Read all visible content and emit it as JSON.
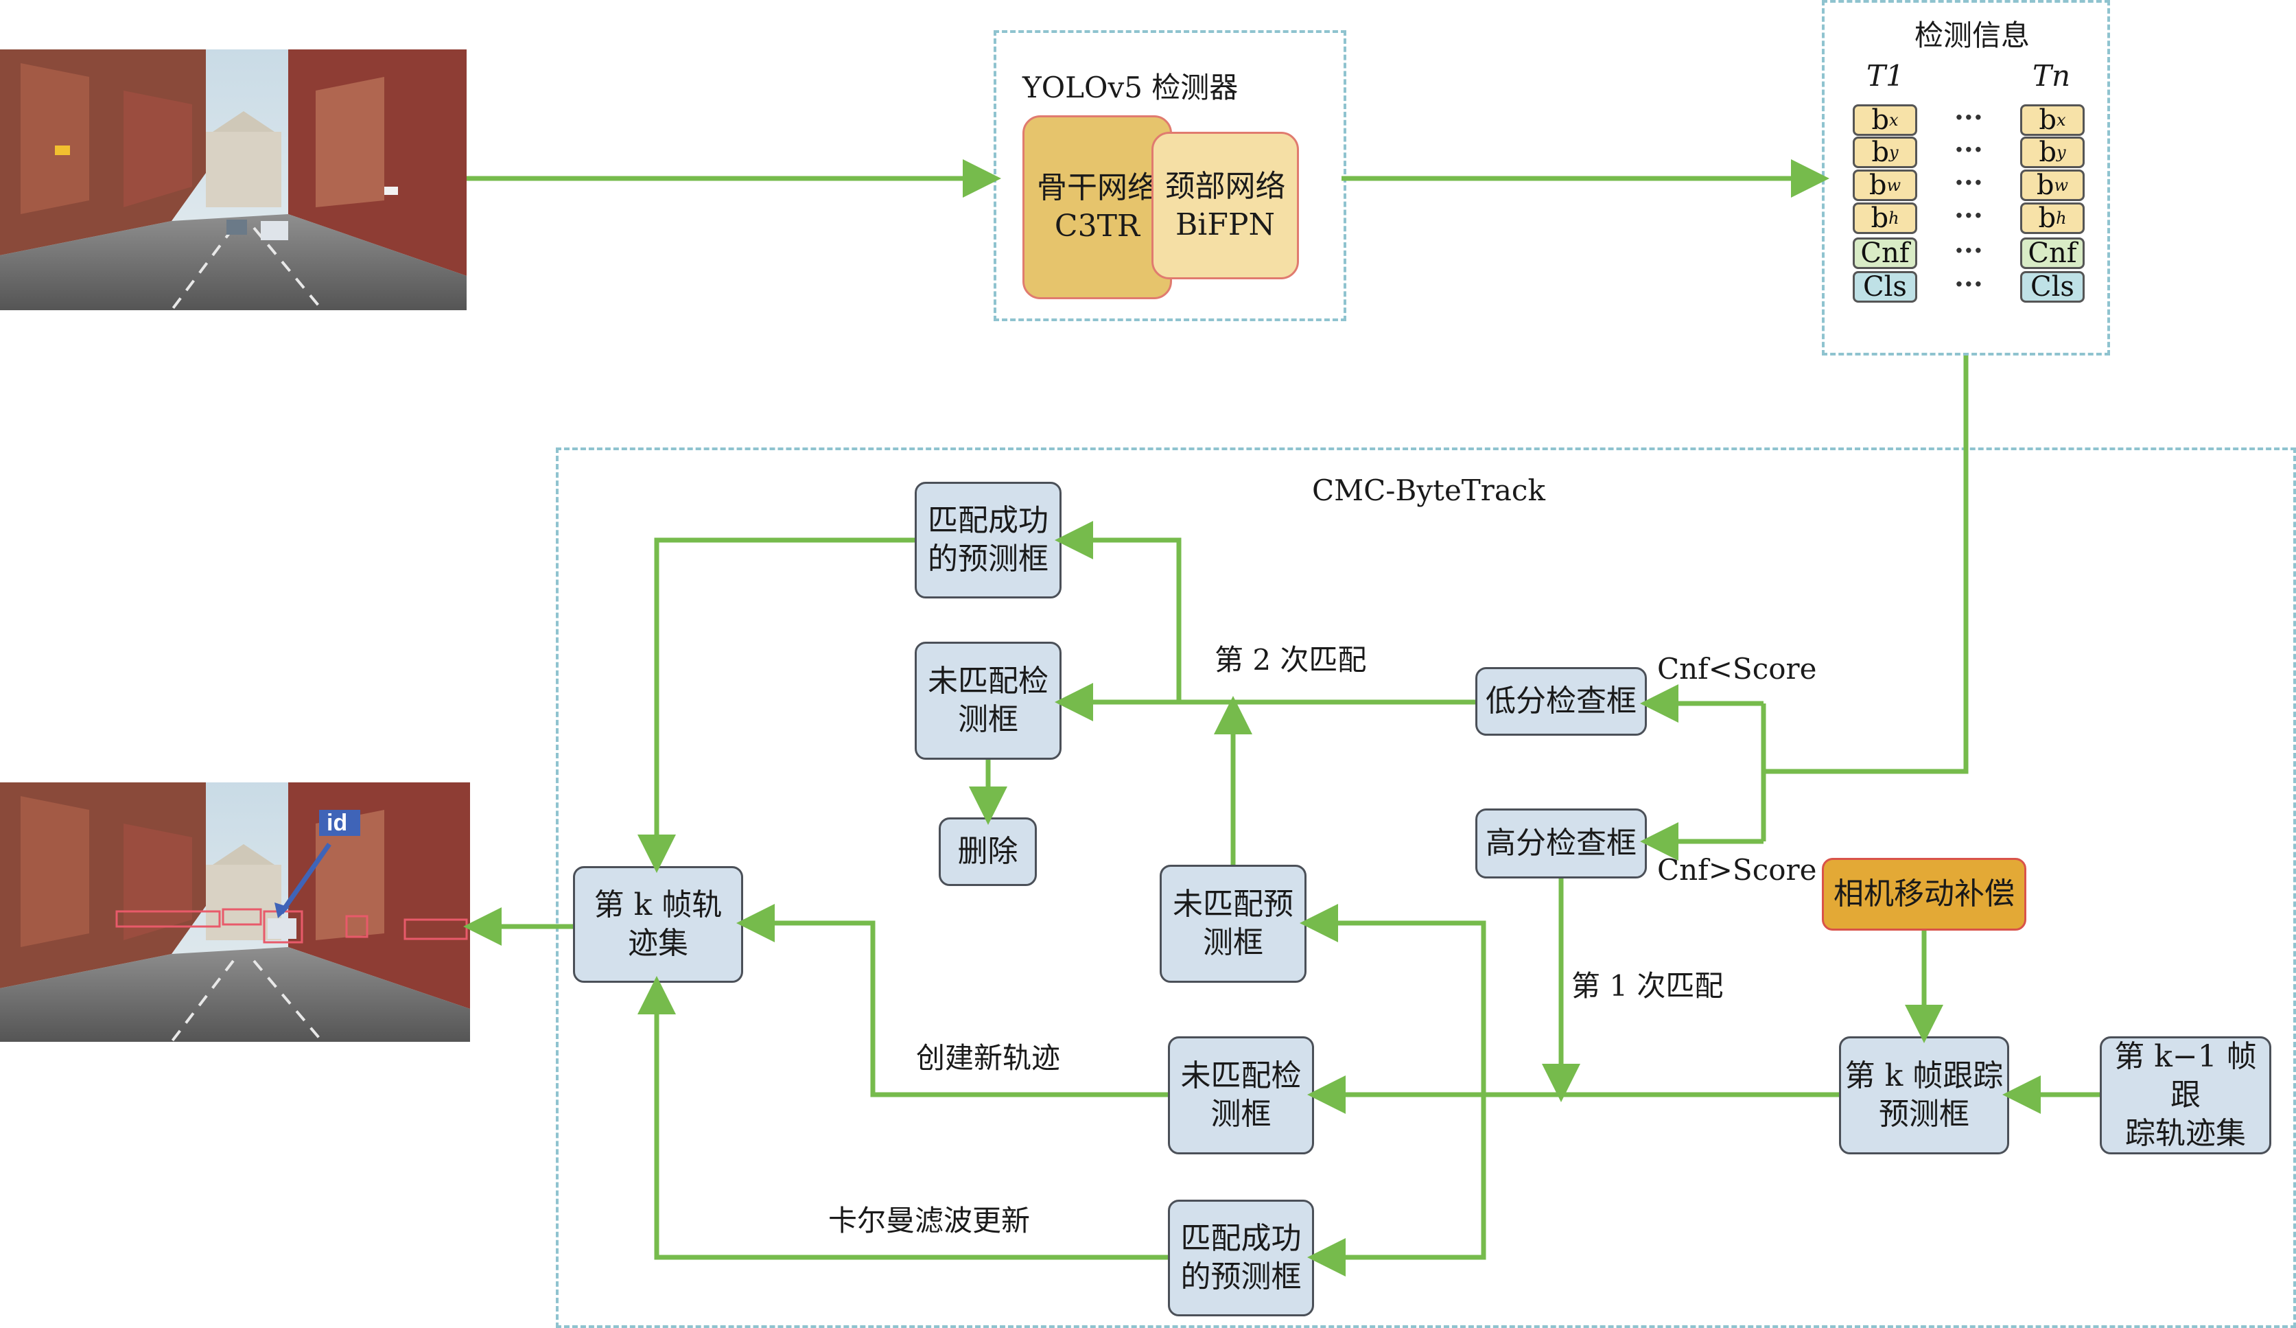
{
  "colors": {
    "arrow": "#76bb4c",
    "dash_border": "#8fc3cf",
    "node_fill": "#d3e0ec",
    "backbone_fill": "#e6c46c",
    "neck_fill": "#f5dfa5",
    "cmc_fill": "#e3a936",
    "detection_box_red": "#e85a6a",
    "id_arrow": "#3f64b8"
  },
  "images": {
    "input_frame": "street-scene-input",
    "output_frame": "street-scene-tracked",
    "id_tag": "id"
  },
  "detector": {
    "title": "YOLOv5 检测器",
    "backbone": "骨干网络\nC3TR",
    "neck": "颈部网络\nBiFPN"
  },
  "detection_info": {
    "title": "检测信息",
    "t1_label": "T1",
    "tn_label": "Tn",
    "rows": [
      {
        "base": "b",
        "sub": "x"
      },
      {
        "base": "b",
        "sub": "y"
      },
      {
        "base": "b",
        "sub": "w"
      },
      {
        "base": "b",
        "sub": "h"
      },
      {
        "base": "Cnf",
        "sub": ""
      },
      {
        "base": "Cls",
        "sub": ""
      }
    ],
    "dots": "···"
  },
  "tracker": {
    "title": "CMC-ByteTrack",
    "nodes": {
      "matched_pred_top": "匹配成功\n的预测框",
      "unmatched_det_top": "未匹配检\n测框",
      "delete": "删除",
      "low_score": "低分检查框",
      "high_score": "高分检查框",
      "kth_track_set": "第 k 帧轨\n迹集",
      "unmatched_pred": "未匹配预\n测框",
      "cmc": "相机移动补偿",
      "kth_pred": "第 k 帧跟踪\n预测框",
      "prev_track_set": "第 k−1 帧跟\n踪轨迹集",
      "unmatched_det_bottom": "未匹配检\n测框",
      "matched_pred_bottom": "匹配成功\n的预测框"
    },
    "labels": {
      "second_match": "第 2 次匹配",
      "cnf_low": "Cnf<Score",
      "cnf_high": "Cnf>Score",
      "first_match": "第 1 次匹配",
      "create_track": "创建新轨迹",
      "kalman_update": "卡尔曼滤波更新"
    }
  }
}
